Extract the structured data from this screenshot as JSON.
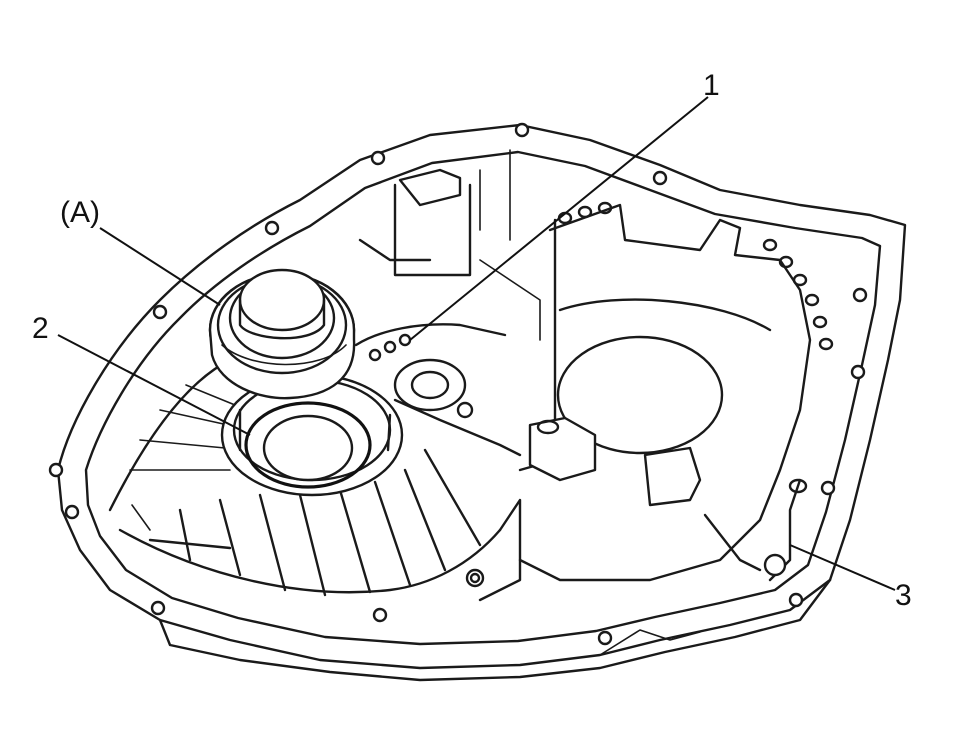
{
  "callouts": {
    "one": "1",
    "two": "2",
    "three": "3",
    "a": "(A)"
  },
  "colors": {
    "line": "#1a1a1a",
    "background": "#ffffff"
  }
}
